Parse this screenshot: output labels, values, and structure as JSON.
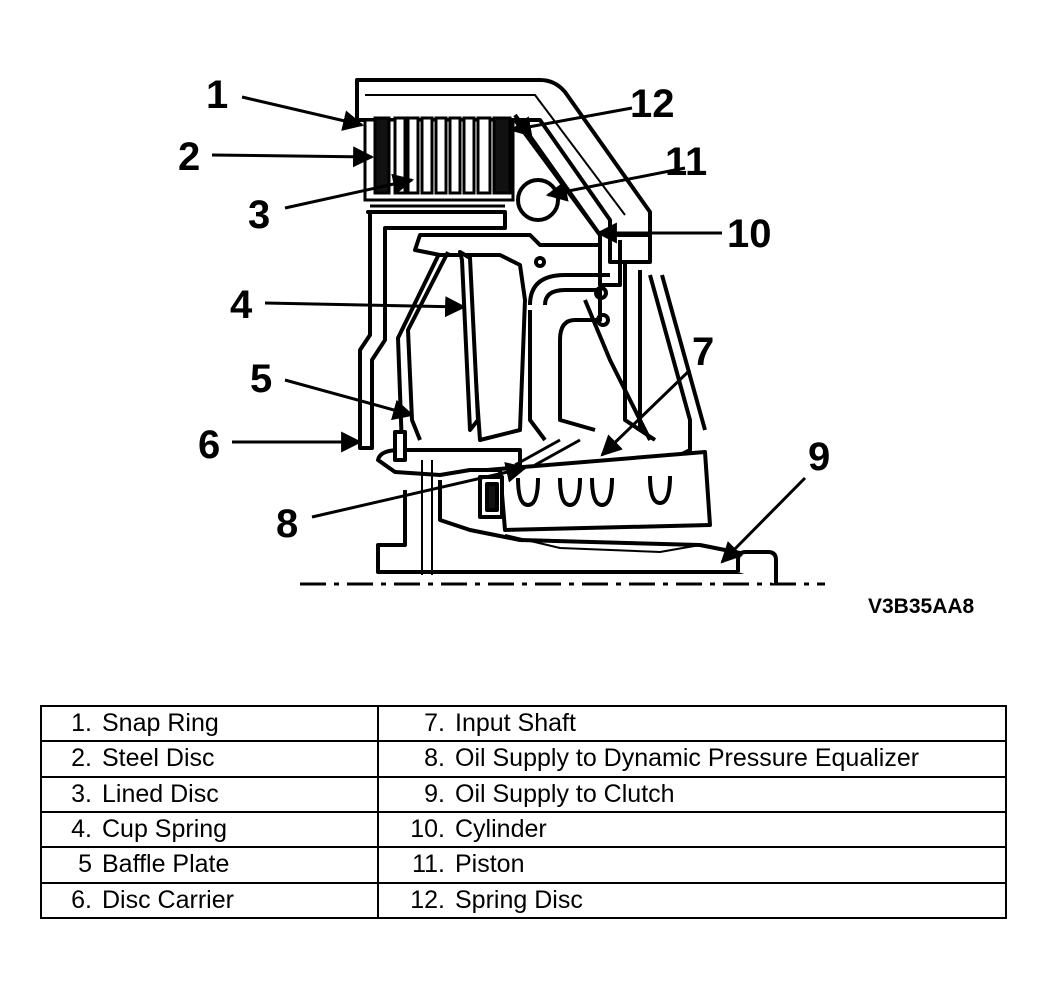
{
  "diagram": {
    "figure_id": "V3B35AA8",
    "callouts": [
      "1",
      "2",
      "3",
      "4",
      "5",
      "6",
      "7",
      "8",
      "9",
      "10",
      "11",
      "12"
    ]
  },
  "legend": {
    "rows": [
      {
        "left": {
          "num": "1.",
          "text": "Snap Ring"
        },
        "right": {
          "num": "7.",
          "text": "Input Shaft"
        }
      },
      {
        "left": {
          "num": "2.",
          "text": "Steel Disc"
        },
        "right": {
          "num": "8.",
          "text": "Oil Supply to Dynamic Pressure Equalizer"
        }
      },
      {
        "left": {
          "num": "3.",
          "text": "Lined Disc"
        },
        "right": {
          "num": "9.",
          "text": "Oil Supply to Clutch"
        }
      },
      {
        "left": {
          "num": "4.",
          "text": "Cup Spring"
        },
        "right": {
          "num": "10.",
          "text": "Cylinder"
        }
      },
      {
        "left": {
          "num": "5",
          "text": "Baffle Plate"
        },
        "right": {
          "num": "11.",
          "text": "Piston"
        }
      },
      {
        "left": {
          "num": "6.",
          "text": "Disc Carrier"
        },
        "right": {
          "num": "12.",
          "text": "Spring Disc"
        }
      }
    ]
  },
  "colors": {
    "ink": "#000000",
    "paper": "#ffffff",
    "hatch": "#555555"
  }
}
